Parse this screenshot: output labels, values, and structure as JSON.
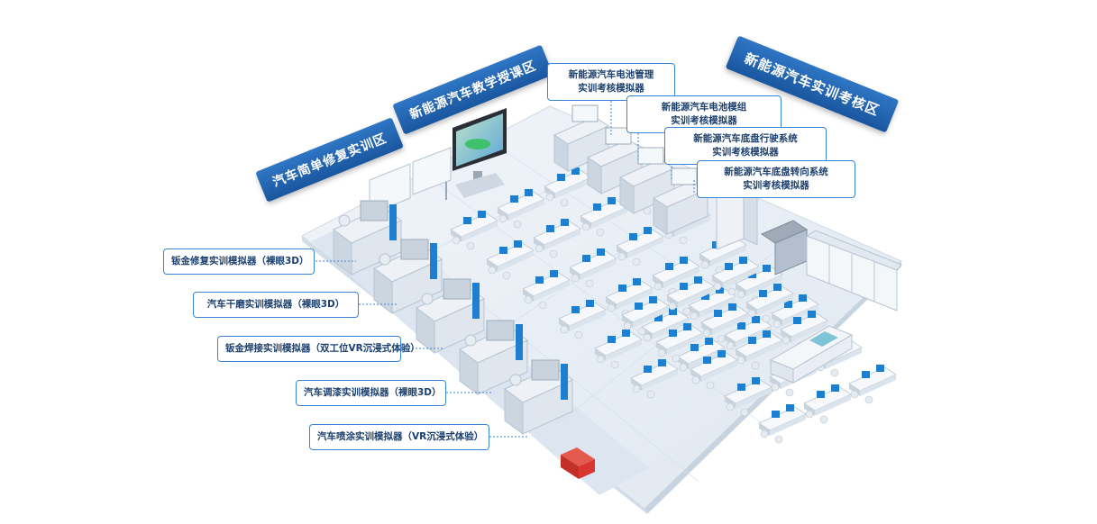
{
  "zones": {
    "simple_repair": "汽车简单修复实训区",
    "teaching": "新能源汽车教学授课区",
    "assessment": "新能源汽车实训考核区"
  },
  "callouts": {
    "battery_mgmt": {
      "line1": "新能源汽车电池管理",
      "line2": "实训考核模拟器"
    },
    "battery_module": {
      "line1": "新能源汽车电池模组",
      "line2": "实训考核模拟器"
    },
    "chassis_drive": {
      "line1": "新能源汽车底盘行驶系统",
      "line2": "实训考核模拟器"
    },
    "chassis_steering": {
      "line1": "新能源汽车底盘转向系统",
      "line2": "实训考核模拟器"
    },
    "sheet_metal": "钣金修复实训模拟器（裸眼3D）",
    "grinding": "汽车干磨实训模拟器（裸眼3D）",
    "welding": "钣金焊接实训模拟器（双工位VR沉浸式体验）",
    "paint_mix": "汽车调漆实训模拟器（裸眼3D）",
    "spray": "汽车喷涂实训模拟器（VR沉浸式体验）"
  },
  "colors": {
    "accent": "#2f76c4",
    "callout_border": "#3a86d6",
    "callout_text": "#1b3f6e",
    "floor": "#e8eef5",
    "monitor": "#1e7fd0",
    "fire_box": "#d9362f"
  }
}
